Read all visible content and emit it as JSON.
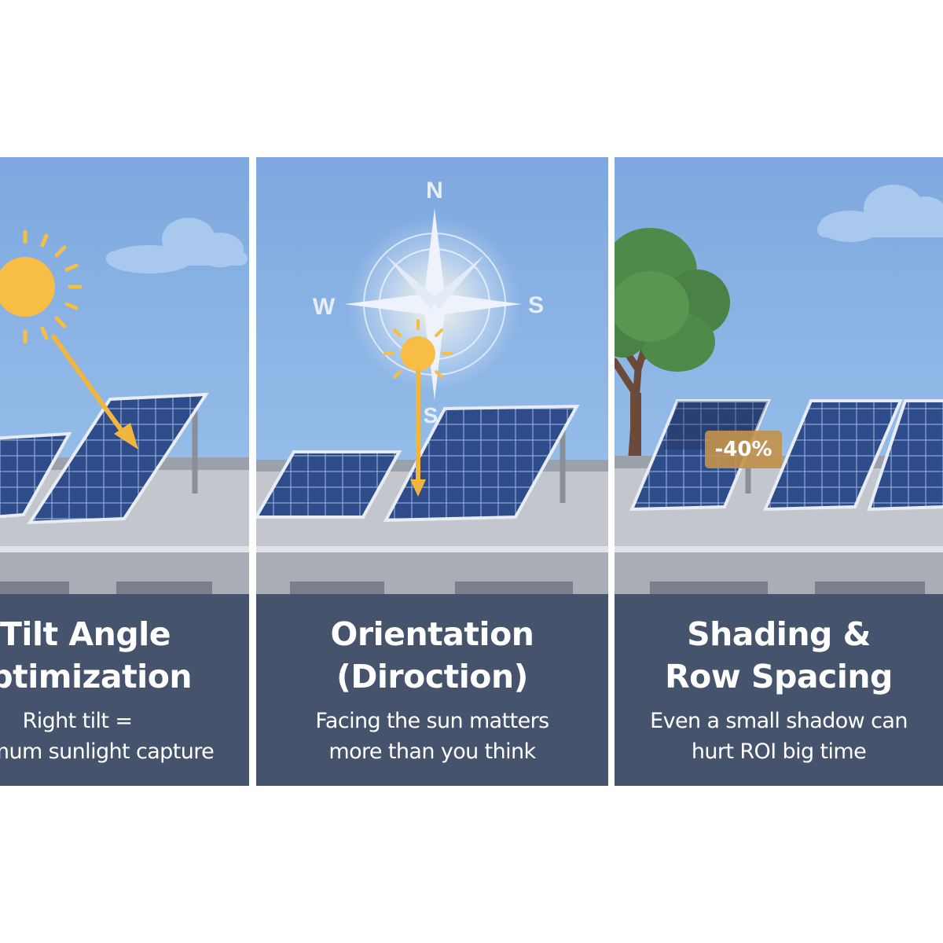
{
  "panels": [
    {
      "title_line1": "Tilt Angle",
      "title_line2": "Optimization",
      "subtitle_line1": "Right tilt =",
      "subtitle_line2": "Maximum sunlight capture"
    },
    {
      "title_line1": "Orientation",
      "title_line2": "(Diroction)",
      "subtitle_line1": "Facing the sun matters",
      "subtitle_line2": "more than you think",
      "compass": {
        "north": "N",
        "west": "W",
        "east": "S",
        "south": "S"
      }
    },
    {
      "title_line1": "Shading &",
      "title_line2": "Row Spacing",
      "subtitle_line1": "Even a small shadow can",
      "subtitle_line2": "hurt ROI big time",
      "shading_badge": "-40%"
    }
  ],
  "colors": {
    "sky": "#8fb6e6",
    "caption_bg": "#46536d",
    "sun": "#f7bd45",
    "arrow": "#f2b63e",
    "panel_blue": "#2e4a86",
    "roof": "#b9bec6",
    "tree": "#4f8a4a"
  }
}
